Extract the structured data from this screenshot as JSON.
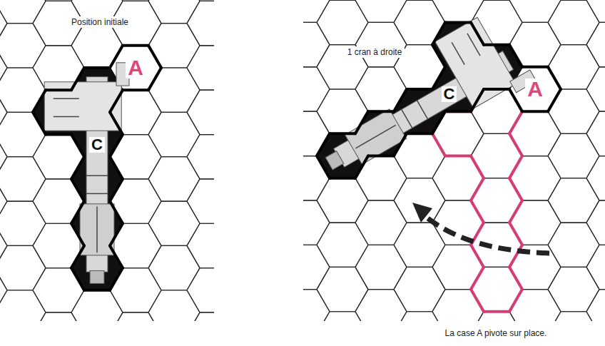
{
  "diagram": {
    "caption": "La case A pivote sur place.",
    "labels": [
      "Position initiale",
      "A",
      "C",
      "1 cran à droite",
      "A",
      "C"
    ]
  }
}
